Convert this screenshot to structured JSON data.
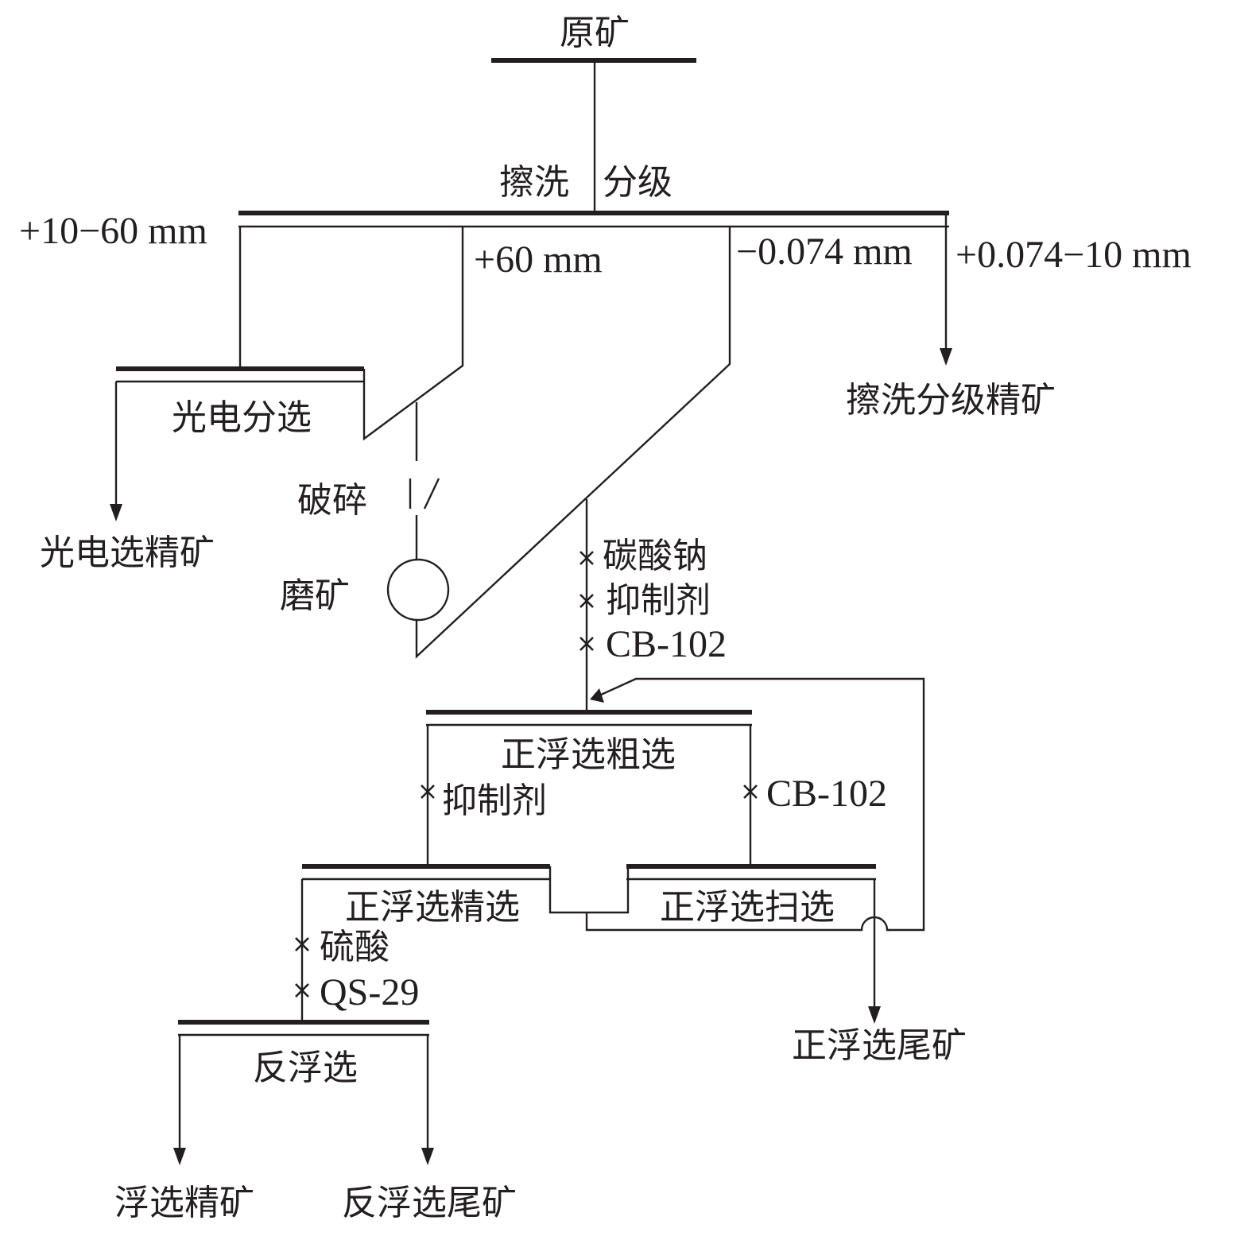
{
  "diagram": {
    "raw_ore": "原矿",
    "scrubbing": "擦洗",
    "classification": "分级",
    "fraction_coarse_mid": "+10−60 mm",
    "fraction_coarse": "+60 mm",
    "fraction_fine": "−0.074 mm",
    "fraction_mid": "+0.074−10 mm",
    "scrub_concentrate": "擦洗分级精矿",
    "photoelectric_sorting": "光电分选",
    "photoelectric_concentrate": "光电选精矿",
    "crushing": "破碎",
    "grinding": "磨矿",
    "reagents_feed": [
      "碳酸钠",
      "抑制剂",
      "CB-102"
    ],
    "direct_rougher": "正浮选粗选",
    "rougher_reagent_left": "抑制剂",
    "rougher_reagent_right": "CB-102",
    "direct_cleaner": "正浮选精选",
    "direct_scavenger": "正浮选扫选",
    "cleaner_reagents": [
      "硫酸",
      "QS-29"
    ],
    "direct_tailings": "正浮选尾矿",
    "reverse_flotation": "反浮选",
    "flotation_concentrate": "浮选精矿",
    "reverse_tailings": "反浮选尾矿"
  },
  "colors": {
    "ink": "#231f20",
    "background": "#ffffff"
  }
}
